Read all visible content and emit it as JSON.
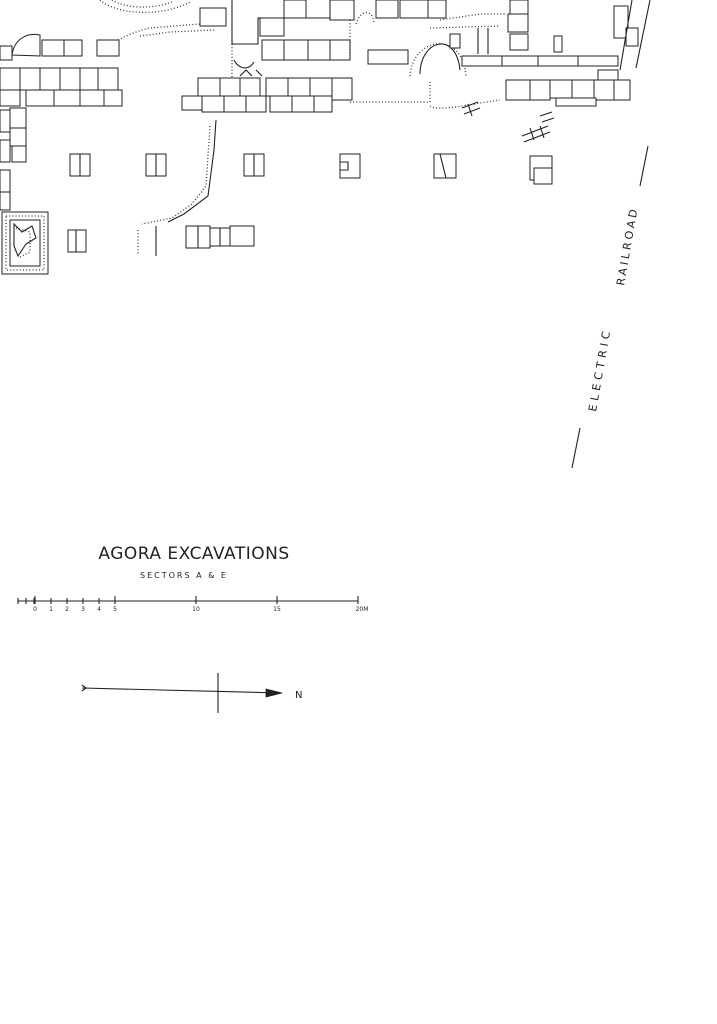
{
  "map": {
    "title": "AGORA EXCAVATIONS",
    "subtitle": "SECTORS A & E",
    "railroad_label_1": "ELECTRIC",
    "railroad_label_2": "RAILROAD",
    "scale": {
      "ticks": [
        "0",
        "1",
        "2",
        "3",
        "4",
        "5",
        "10",
        "15",
        "20M"
      ]
    },
    "north_label": "N"
  }
}
